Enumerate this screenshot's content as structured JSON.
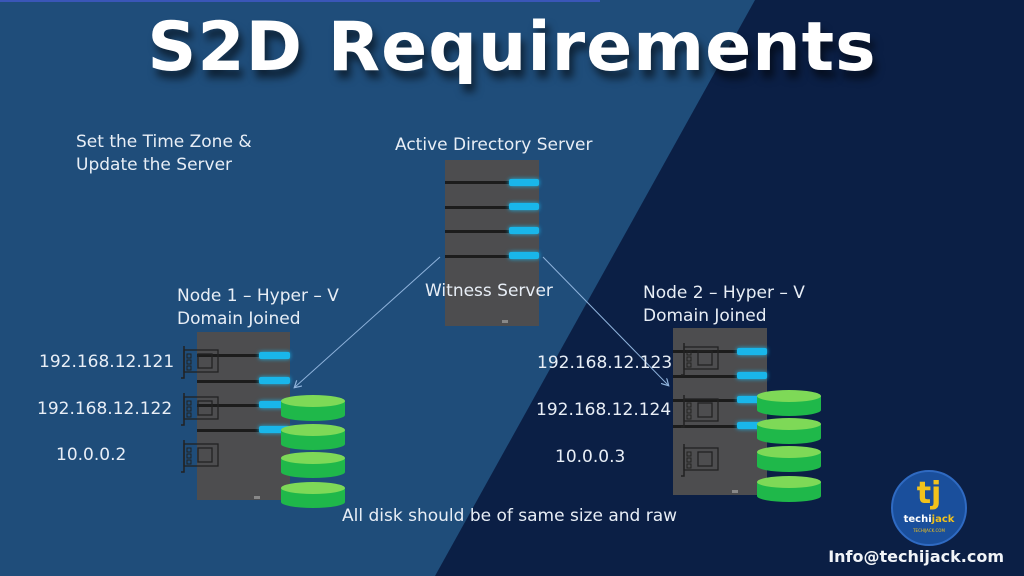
{
  "title": "S2D Requirements",
  "notes": {
    "time_zone": [
      "Set the Time Zone &",
      "Update the Server"
    ],
    "disk_requirement": "All disk should be of same size and raw"
  },
  "ad_server": {
    "label_top": "Active Directory Server",
    "label_inside": "Witness Server"
  },
  "node1": {
    "title": "Node 1 – Hyper – V",
    "subtitle": "Domain Joined",
    "ips": [
      "192.168.12.121",
      "192.168.12.122",
      "10.0.0.2"
    ]
  },
  "node2": {
    "title": "Node 2 – Hyper – V",
    "subtitle": "Domain Joined",
    "ips": [
      "192.168.12.123",
      "192.168.12.124",
      "10.0.0.3"
    ]
  },
  "logo": {
    "mark": "tj",
    "name_part1": "techi",
    "name_part2": "jack",
    "tagline": "TECHIJACK.COM"
  },
  "contact_email": "Info@techijack.com",
  "colors": {
    "left_panel": "#1f4d7a",
    "right_panel": "#0b1f45",
    "led": "#19b6ea",
    "disk_side": "#1fb84a",
    "disk_top": "#7ed957",
    "server": "#4d4d4f"
  }
}
